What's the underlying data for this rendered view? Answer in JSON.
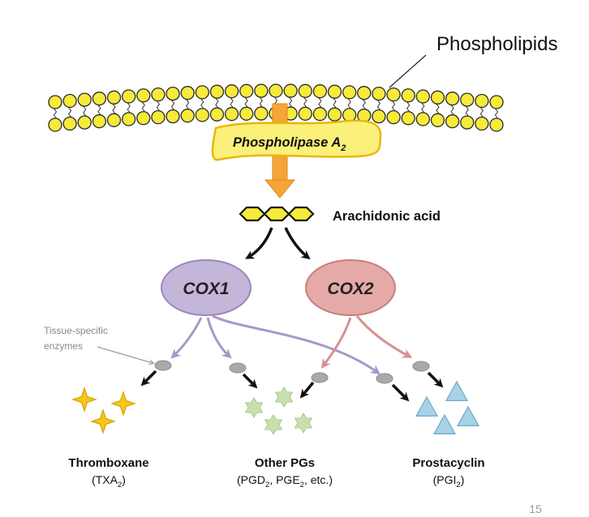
{
  "membrane_label": "Phospholipids",
  "enzyme_label": "Phospholipase A",
  "enzyme_subscript": "2",
  "substrate_label": "Arachidonic acid",
  "cox1_label": "COX1",
  "cox2_label": "COX2",
  "tissue_label_line1": "Tissue-specific",
  "tissue_label_line2": "enzymes",
  "products": [
    {
      "name": "Thromboxane",
      "abbr_pre": "(TXA",
      "abbr_sub": "2",
      "abbr_post": ")",
      "abbr_rest": "",
      "abbr_sub2": "",
      "abbr_tail": ""
    },
    {
      "name": "Other PGs",
      "abbr_pre": "(PGD",
      "abbr_sub": "2",
      "abbr_post": ", PGE",
      "abbr_sub2": "2",
      "abbr_tail": ", etc.)"
    },
    {
      "name": "Prostacyclin",
      "abbr_pre": "(PGI",
      "abbr_sub": "2",
      "abbr_post": ")",
      "abbr_sub2": "",
      "abbr_tail": ""
    }
  ],
  "page_number": "15",
  "colors": {
    "lipid": "#f6ea3a",
    "lipid_stroke": "#2a2a2a",
    "enzyme_fill": "#fbf07a",
    "enzyme_stroke": "#e8b800",
    "arrow_orange": "#f3a537",
    "cox1_fill": "#c4b6d8",
    "cox1_stroke": "#9a86bd",
    "cox2_fill": "#e5aaa7",
    "cox2_stroke": "#c67f7c",
    "thromboxane": "#f5c71a",
    "other_pgs": "#c9e0ae",
    "prostacyclin": "#a8d2e6"
  }
}
